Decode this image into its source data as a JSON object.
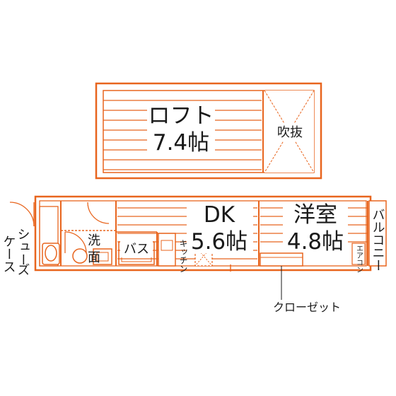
{
  "colors": {
    "wall": "#e8651e",
    "floor_line": "#e8651e",
    "text": "#1a1a1a",
    "fixture": "#e8651e",
    "background": "#ffffff"
  },
  "rooms": {
    "loft": {
      "name": "ロフト",
      "size": "7.4帖"
    },
    "void": {
      "name": "吹抜"
    },
    "dk": {
      "name": "DK",
      "size": "5.6帖"
    },
    "western_room": {
      "name": "洋室",
      "size": "4.8帖"
    },
    "balcony": {
      "name": "バルコニー"
    },
    "shoe_case": {
      "name_line1": "シュー",
      "name_line2": "ズ",
      "name_line3": "ケース"
    },
    "washroom": {
      "name_line1": "洗",
      "name_line2": "面"
    },
    "bath": {
      "name": "バス"
    },
    "kitchen": {
      "name": "キッチン"
    },
    "aircon": {
      "name": "エアコン"
    },
    "closet": {
      "name": "クローゼット"
    }
  }
}
